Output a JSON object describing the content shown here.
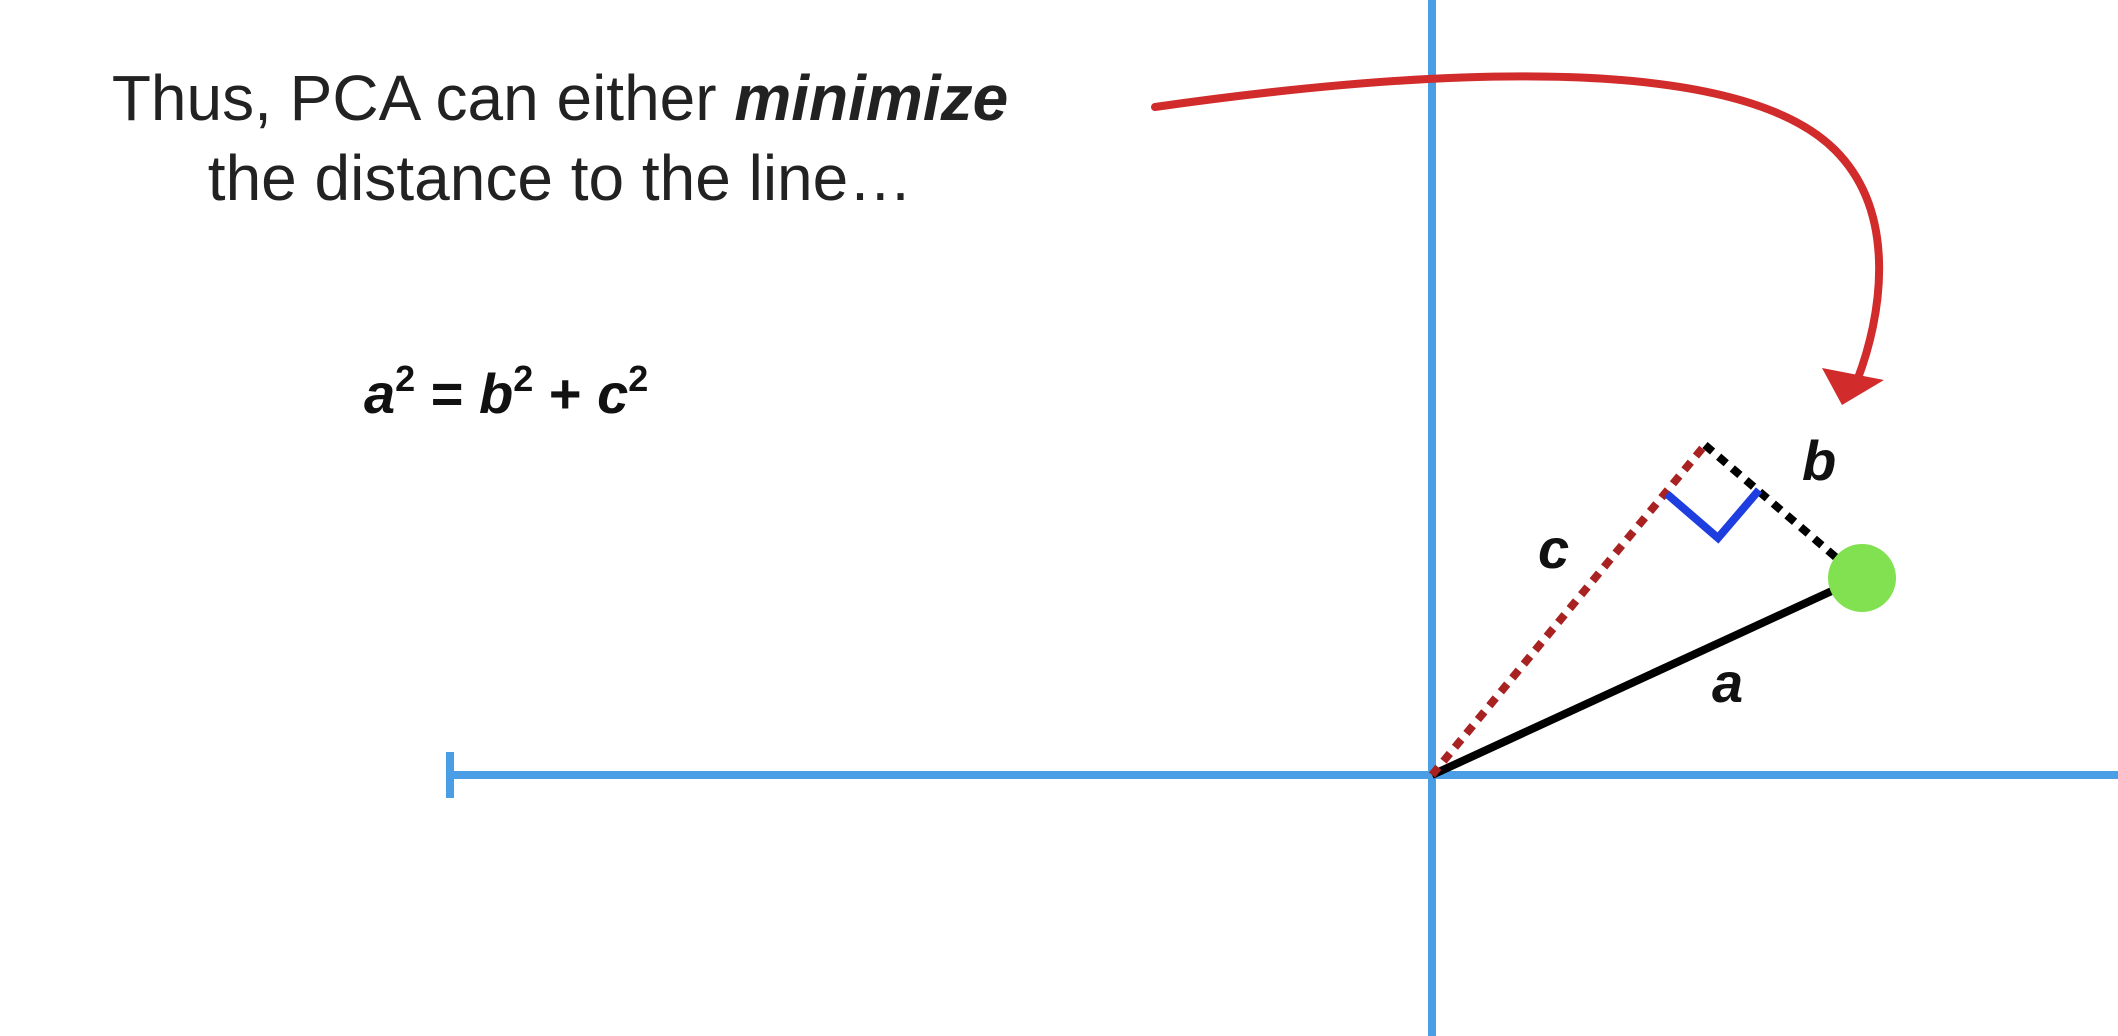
{
  "caption": {
    "line1_prefix": "Thus, PCA can either ",
    "line1_emphasis": "minimize",
    "line2": "the distance to the line…"
  },
  "equation": {
    "a": "a",
    "exp_a": "2",
    "eq": " = ",
    "b": "b",
    "exp_b": "2",
    "plus": " + ",
    "c": "c",
    "exp_c": "2"
  },
  "labels": {
    "a": "a",
    "b": "b",
    "c": "c"
  },
  "colors": {
    "axis": "#4a9ee6",
    "arrow": "#d12b2b",
    "segment_a": "#000000",
    "segment_b": "#000000",
    "segment_c": "#a82222",
    "right_angle": "#1f3ee0",
    "point": "#82e150"
  }
}
